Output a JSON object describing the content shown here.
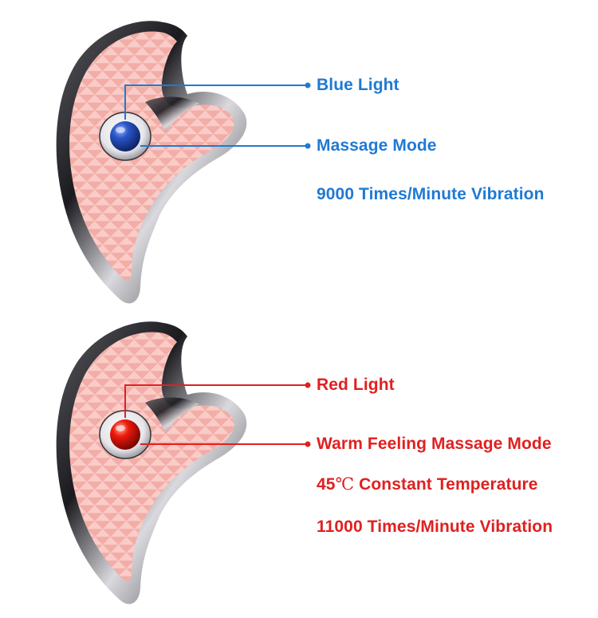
{
  "colors": {
    "blue": "#1f7ad4",
    "red": "#e02020",
    "device_body": "#f7b8b2",
    "device_trim": "#2a2a2e"
  },
  "top_device": {
    "light_color_name": "blue",
    "labels": {
      "light": "Blue Light",
      "mode": "Massage Mode",
      "vibration": "9000 Times/Minute Vibration"
    }
  },
  "bottom_device": {
    "light_color_name": "red",
    "labels": {
      "light": "Red Light",
      "mode": "Warm Feeling Massage Mode",
      "temperature_value": "45",
      "temperature_unit": "℃",
      "temperature_text": " Constant Temperature",
      "vibration": "11000 Times/Minute Vibration"
    }
  }
}
